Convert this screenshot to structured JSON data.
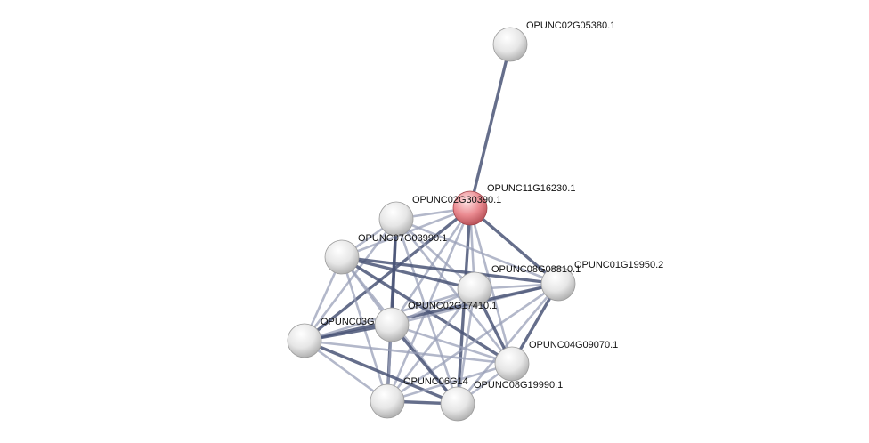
{
  "network": {
    "nodes": [
      {
        "id": "OPUNC02G05380.1",
        "label": "OPUNC02G05380.1",
        "query": false
      },
      {
        "id": "OPUNC11G16230.1",
        "label": "OPUNC11G16230.1",
        "query": true
      },
      {
        "id": "OPUNC02G30390.1",
        "label": "OPUNC02G30390.1",
        "query": false
      },
      {
        "id": "OPUNC07G03990.1",
        "label": "OPUNC07G03990.1",
        "query": false
      },
      {
        "id": "OPUNC01G19950.2",
        "label": "OPUNC01G19950.2",
        "query": false
      },
      {
        "id": "OPUNC08G08810.1",
        "label": "OPUNC08G08810.1",
        "query": false
      },
      {
        "id": "OPUNC02G17410.1",
        "label": "OPUNC02G17410.1",
        "query": false
      },
      {
        "id": "OPUNC03G",
        "label": "OPUNC03G",
        "query": false
      },
      {
        "id": "OPUNC04G09070.1",
        "label": "OPUNC04G09070.1",
        "query": false
      },
      {
        "id": "OPUNC06G14",
        "label": "OPUNC06G14",
        "query": false
      },
      {
        "id": "OPUNC08G19990.1",
        "label": "OPUNC08G19990.1",
        "query": false
      }
    ],
    "edges": [
      [
        "OPUNC02G05380.1",
        "OPUNC11G16230.1"
      ],
      [
        "OPUNC11G16230.1",
        "OPUNC02G30390.1"
      ],
      [
        "OPUNC11G16230.1",
        "OPUNC07G03990.1"
      ],
      [
        "OPUNC11G16230.1",
        "OPUNC01G19950.2"
      ],
      [
        "OPUNC11G16230.1",
        "OPUNC08G08810.1"
      ],
      [
        "OPUNC11G16230.1",
        "OPUNC02G17410.1"
      ],
      [
        "OPUNC11G16230.1",
        "OPUNC03G"
      ],
      [
        "OPUNC11G16230.1",
        "OPUNC04G09070.1"
      ],
      [
        "OPUNC11G16230.1",
        "OPUNC06G14"
      ],
      [
        "OPUNC11G16230.1",
        "OPUNC08G19990.1"
      ],
      [
        "OPUNC02G30390.1",
        "OPUNC07G03990.1"
      ],
      [
        "OPUNC02G30390.1",
        "OPUNC08G08810.1"
      ],
      [
        "OPUNC02G30390.1",
        "OPUNC02G17410.1"
      ],
      [
        "OPUNC02G30390.1",
        "OPUNC03G"
      ],
      [
        "OPUNC02G30390.1",
        "OPUNC04G09070.1"
      ],
      [
        "OPUNC02G30390.1",
        "OPUNC06G14"
      ],
      [
        "OPUNC02G30390.1",
        "OPUNC08G19990.1"
      ],
      [
        "OPUNC02G30390.1",
        "OPUNC01G19950.2"
      ],
      [
        "OPUNC07G03990.1",
        "OPUNC08G08810.1"
      ],
      [
        "OPUNC07G03990.1",
        "OPUNC02G17410.1"
      ],
      [
        "OPUNC07G03990.1",
        "OPUNC03G"
      ],
      [
        "OPUNC07G03990.1",
        "OPUNC04G09070.1"
      ],
      [
        "OPUNC07G03990.1",
        "OPUNC06G14"
      ],
      [
        "OPUNC07G03990.1",
        "OPUNC08G19990.1"
      ],
      [
        "OPUNC07G03990.1",
        "OPUNC01G19950.2"
      ],
      [
        "OPUNC01G19950.2",
        "OPUNC08G08810.1"
      ],
      [
        "OPUNC01G19950.2",
        "OPUNC02G17410.1"
      ],
      [
        "OPUNC01G19950.2",
        "OPUNC04G09070.1"
      ],
      [
        "OPUNC01G19950.2",
        "OPUNC06G14"
      ],
      [
        "OPUNC01G19950.2",
        "OPUNC08G19990.1"
      ],
      [
        "OPUNC01G19950.2",
        "OPUNC03G"
      ],
      [
        "OPUNC08G08810.1",
        "OPUNC02G17410.1"
      ],
      [
        "OPUNC08G08810.1",
        "OPUNC03G"
      ],
      [
        "OPUNC08G08810.1",
        "OPUNC04G09070.1"
      ],
      [
        "OPUNC08G08810.1",
        "OPUNC06G14"
      ],
      [
        "OPUNC08G08810.1",
        "OPUNC08G19990.1"
      ],
      [
        "OPUNC02G17410.1",
        "OPUNC03G"
      ],
      [
        "OPUNC02G17410.1",
        "OPUNC04G09070.1"
      ],
      [
        "OPUNC02G17410.1",
        "OPUNC06G14"
      ],
      [
        "OPUNC02G17410.1",
        "OPUNC08G19990.1"
      ],
      [
        "OPUNC03G",
        "OPUNC04G09070.1"
      ],
      [
        "OPUNC03G",
        "OPUNC06G14"
      ],
      [
        "OPUNC03G",
        "OPUNC08G19990.1"
      ],
      [
        "OPUNC04G09070.1",
        "OPUNC06G14"
      ],
      [
        "OPUNC04G09070.1",
        "OPUNC08G19990.1"
      ],
      [
        "OPUNC06G14",
        "OPUNC08G19990.1"
      ]
    ],
    "colors": {
      "edge": "#4a5577",
      "edge_light": "#9aa0b8",
      "node": "#e8e8e8",
      "query_node": "#e8868c",
      "label": "#111111"
    }
  }
}
